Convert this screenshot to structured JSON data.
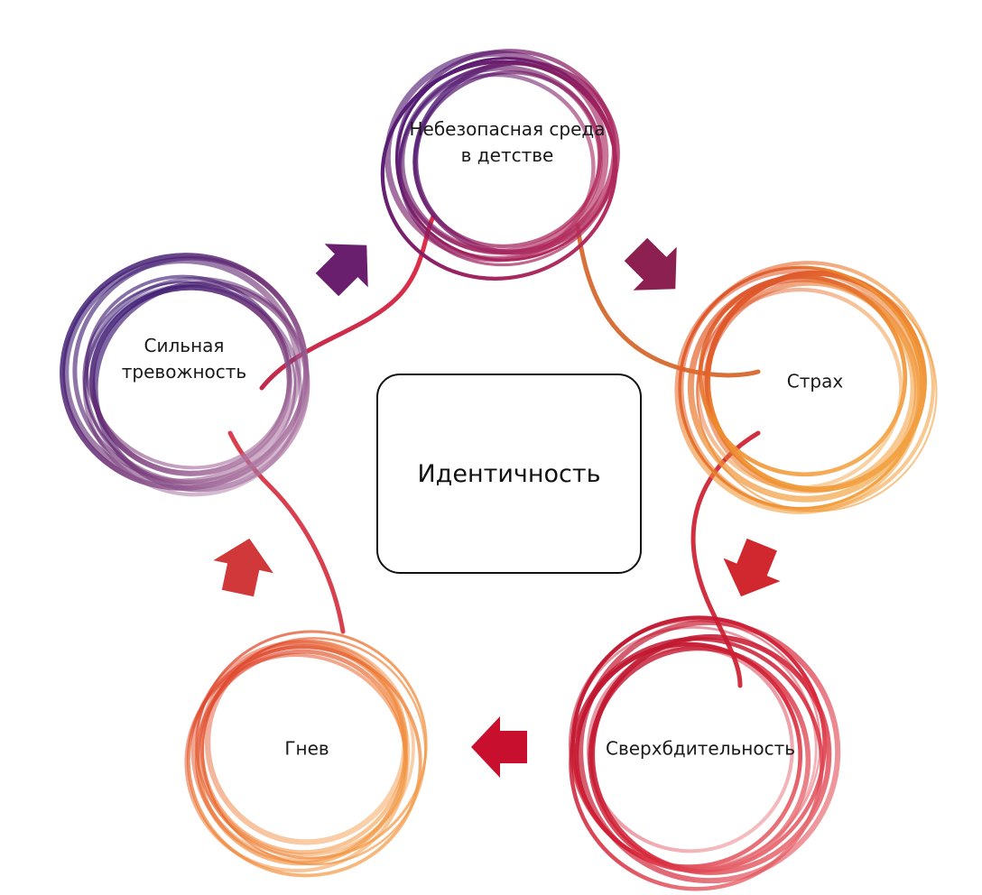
{
  "diagram": {
    "type": "cycle",
    "center": {
      "label": "Идентичность"
    },
    "nodes": [
      {
        "id": "unsafe-env",
        "label_lines": [
          "Небезопасная среда",
          "в детстве"
        ],
        "colors": [
          "#4a1a7a",
          "#b0205a",
          "#c8a0c8"
        ]
      },
      {
        "id": "fear",
        "label_lines": [
          "Страх"
        ],
        "colors": [
          "#e8702a",
          "#f5a040",
          "#d8402a"
        ]
      },
      {
        "id": "hypervigilance",
        "label_lines": [
          "Сверхбдительность"
        ],
        "colors": [
          "#c8102e",
          "#e0404a",
          "#f08a8a"
        ]
      },
      {
        "id": "anger",
        "label_lines": [
          "Гнев"
        ],
        "colors": [
          "#e8602a",
          "#f09a40",
          "#d8302a"
        ]
      },
      {
        "id": "anxiety",
        "label_lines": [
          "Сильная",
          "тревожность"
        ],
        "colors": [
          "#3a1a7a",
          "#7a2a6a",
          "#c0a0c8"
        ]
      }
    ],
    "arrows": [
      {
        "from": "anxiety",
        "to": "unsafe-env",
        "color": "#6a1e6e"
      },
      {
        "from": "unsafe-env",
        "to": "fear",
        "color": "#8c2050"
      },
      {
        "from": "fear",
        "to": "hypervigilance",
        "color": "#d0282e"
      },
      {
        "from": "hypervigilance",
        "to": "anger",
        "color": "#c8102e"
      },
      {
        "from": "anger",
        "to": "anxiety",
        "color": "#d0383a"
      }
    ]
  }
}
